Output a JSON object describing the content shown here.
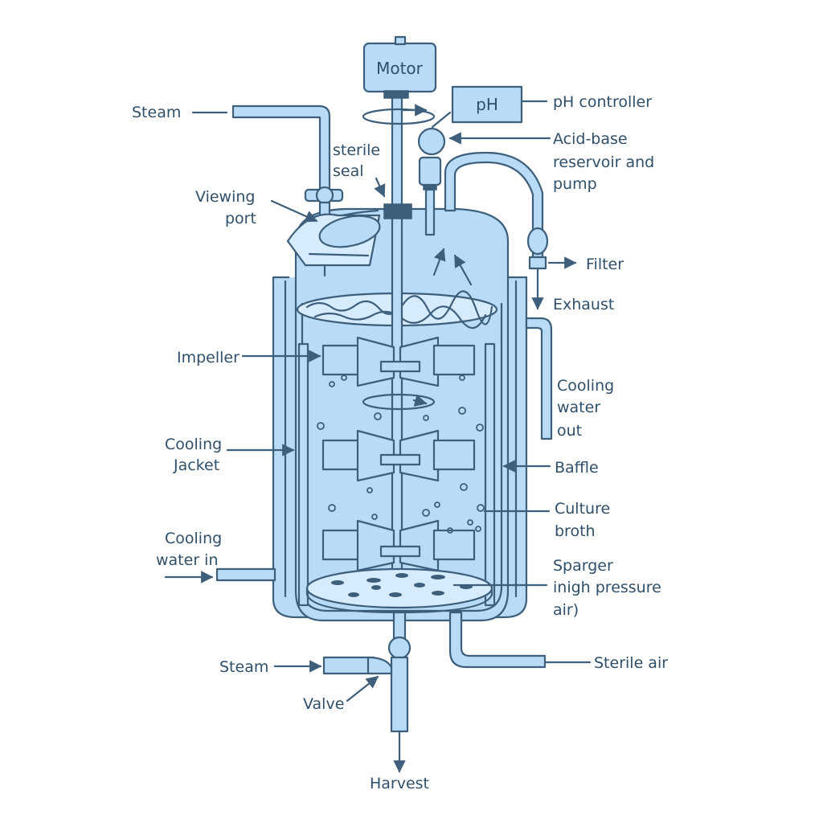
{
  "labels": {
    "motor": "Motor",
    "ph_box": "pH",
    "ph_controller": "pH controller",
    "steam_top": "Steam",
    "sterile_seal_1": "sterile",
    "sterile_seal_2": "seal",
    "acid_base_1": "Acid-base",
    "acid_base_2": "reservoir and",
    "acid_base_3": "pump",
    "viewing_port_1": "Viewing",
    "viewing_port_2": "port",
    "filter": "Filter",
    "exhaust": "Exhaust",
    "impeller": "Impeller",
    "cooling_water_out_1": "Cooling",
    "cooling_water_out_2": "water",
    "cooling_water_out_3": "out",
    "cooling_jacket_1": "Cooling",
    "cooling_jacket_2": "Jacket",
    "baffle": "Baffle",
    "culture_broth_1": "Culture",
    "culture_broth_2": "broth",
    "cooling_water_in_1": "Cooling",
    "cooling_water_in_2": "water in",
    "sparger_1": "Sparger",
    "sparger_2": "inigh pressure",
    "sparger_3": "air)",
    "steam_bottom": "Steam",
    "sterile_air": "Sterile air",
    "valve": "Valve",
    "harvest": "Harvest"
  },
  "colors": {
    "line": "#3d5f7c",
    "fill": "#b8dcf8",
    "fill_light": "#d6ecfc",
    "text": "#2f4f6a"
  }
}
